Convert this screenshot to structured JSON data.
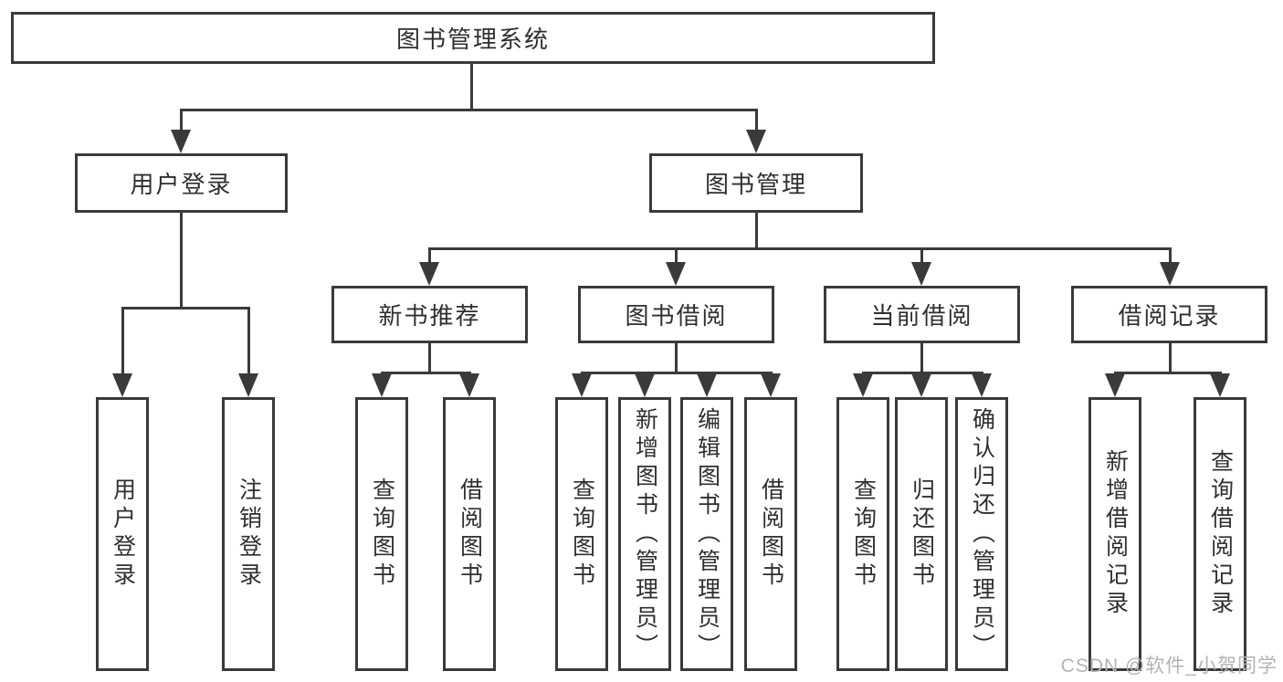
{
  "tree": {
    "root": {
      "label": "图书管理系统"
    },
    "level2": [
      {
        "label": "用户登录",
        "parent": "图书管理系统"
      },
      {
        "label": "图书管理",
        "parent": "图书管理系统"
      }
    ],
    "level3": [
      {
        "label": "新书推荐",
        "parent": "图书管理"
      },
      {
        "label": "图书借阅",
        "parent": "图书管理"
      },
      {
        "label": "当前借阅",
        "parent": "图书管理"
      },
      {
        "label": "借阅记录",
        "parent": "图书管理"
      }
    ],
    "leaves": [
      {
        "label": "用户登录",
        "parent": "用户登录"
      },
      {
        "label": "注销登录",
        "parent": "用户登录"
      },
      {
        "label": "查询图书",
        "parent": "新书推荐"
      },
      {
        "label": "借阅图书",
        "parent": "新书推荐"
      },
      {
        "label": "查询图书",
        "parent": "图书借阅"
      },
      {
        "label": "新增图书（管理员）",
        "parent": "图书借阅"
      },
      {
        "label": "编辑图书（管理员）",
        "parent": "图书借阅"
      },
      {
        "label": "借阅图书",
        "parent": "图书借阅"
      },
      {
        "label": "查询图书",
        "parent": "当前借阅"
      },
      {
        "label": "归还图书",
        "parent": "当前借阅"
      },
      {
        "label": "确认归还（管理员）",
        "parent": "当前借阅"
      },
      {
        "label": "新增借阅记录",
        "parent": "借阅记录"
      },
      {
        "label": "查询借阅记录",
        "parent": "借阅记录"
      }
    ]
  },
  "watermark": {
    "text": "CSDN @软件_小贺同学"
  },
  "colors": {
    "line": "#3a3a3a",
    "text": "#2f2f2f",
    "box_background": "#ffffff",
    "watermark": "#b3b3b3",
    "background": "#ffffff"
  }
}
